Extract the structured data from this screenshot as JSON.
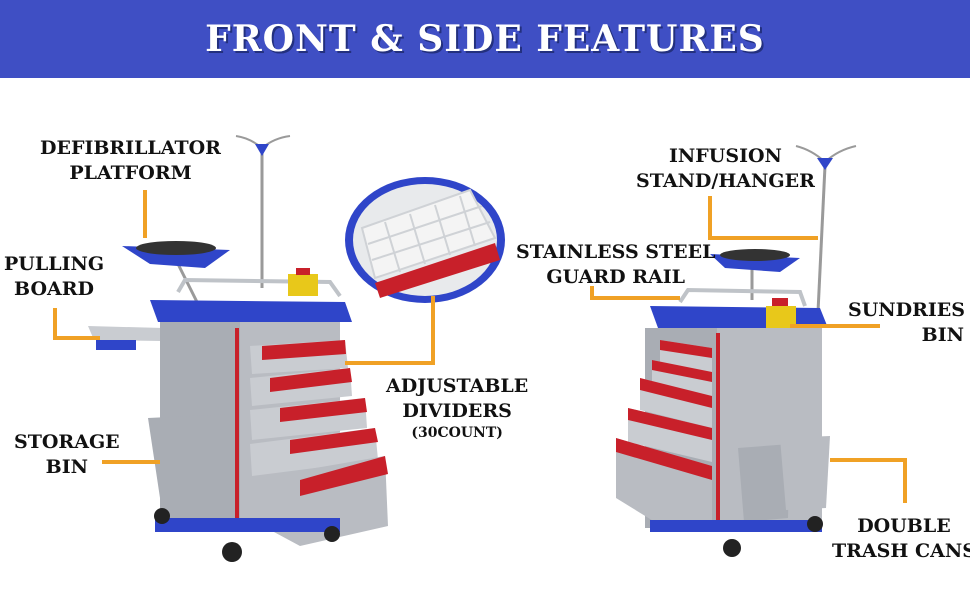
{
  "header": {
    "title": "FRONT & SIDE FEATURES"
  },
  "labels": {
    "defibrillator_platform": {
      "line1": "DEFIBRILLATOR",
      "line2": "PLATFORM"
    },
    "pulling_board": {
      "line1": "PULLING",
      "line2": "BOARD"
    },
    "storage_bin": {
      "line1": "STORAGE",
      "line2": "BIN"
    },
    "adjustable_dividers": {
      "line1": "ADJUSTABLE",
      "line2": "DIVIDERS",
      "line3": "(30COUNT)"
    },
    "infusion_stand": {
      "line1": "INFUSION",
      "line2": "STAND/HANGER"
    },
    "guard_rail": {
      "line1": "STAINLESS STEEL",
      "line2": "GUARD RAIL"
    },
    "sundries_bin": {
      "line1": "SUNDRIES",
      "line2": "BIN"
    },
    "trash_cans": {
      "line1": "DOUBLE",
      "line2": "TRASH CANS"
    }
  },
  "colors": {
    "banner": "#3f4fc4",
    "callout": "#f0a125",
    "cart_blue": "#2f45c9",
    "drawer_red": "#c8202a",
    "cart_gray": "#b9bcc2"
  }
}
